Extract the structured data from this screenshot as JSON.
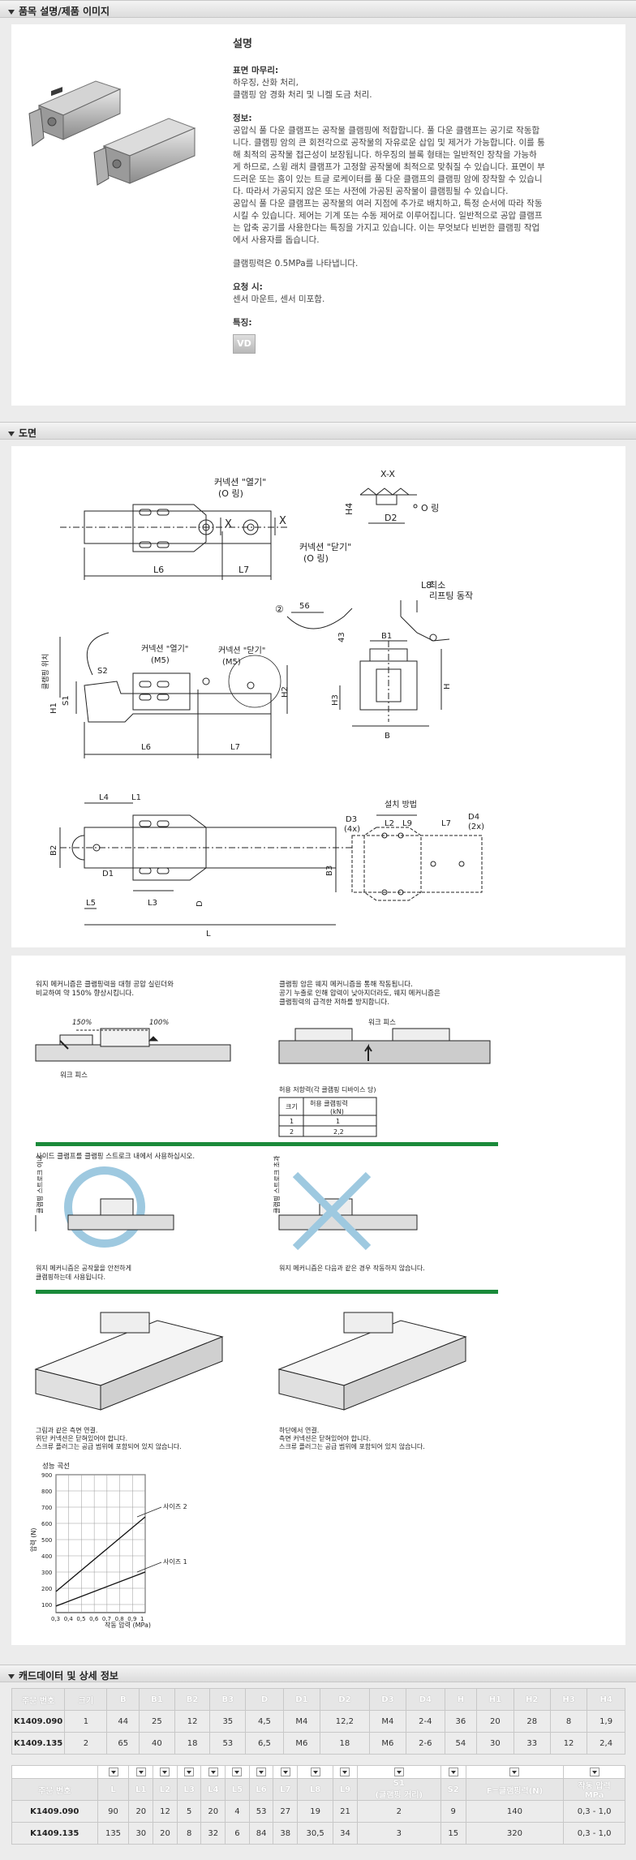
{
  "sections": {
    "product": "품목 설명/제품 이미지",
    "drawing": "도면",
    "cad": "캐드데이터 및 상세 정보"
  },
  "description": {
    "heading": "설명",
    "surface_label": "표면 마무리:",
    "surface_lines": [
      "하우징, 산화 처리,",
      "클램핑 암 경화 처리 및 니켈 도금 처리."
    ],
    "info_label": "정보:",
    "info_lines": [
      "공압식 풀 다운 클램프는 공작물 클램핑에 적합합니다. 풀 다운 클램프는 공기로 작동합",
      "니다. 클램핑 암의 큰 회전각으로 공작물의 자유로운 삽입 및 제거가 가능합니다. 이를 통",
      "해 최적의 공작물 접근성이 보장됩니다. 하우징의 블록 형태는 일반적인 장착을 가능하",
      "게 하므로, 스윙 래치 클램프가 고정할 공작물에 최적으로 맞춰질 수 있습니다. 표면이 부",
      "드러운 또는 홈이 있는 트글 로케이터를 풀 다운 클램프의 클램핑 암에 장착할 수 있습니",
      "다. 따라서 가공되지 않은 또는 사전에 가공된 공작물이 클램핑될 수 있습니다.",
      "공압식 풀 다운 클램프는 공작물의 여러 지점에 추가로 배치하고, 특정 순서에 따라 작동",
      "시킬 수 있습니다. 제어는 기계 또는 수동 제어로 이루어집니다. 일반적으로 공압 클램프",
      "는 압축 공기를 사용한다는 특징을 가지고 있습니다. 이는 무엇보다 빈번한 클램핑 작업",
      "에서 사용자를 돕습니다."
    ],
    "force_note": "클램핑력은 0.5MPa를 나타냅니다.",
    "request_label": "요청 시:",
    "request_text": "센서 마운트, 센서 미포함.",
    "features_label": "특징:",
    "feature_badge": "VD"
  },
  "drawing": {
    "conn_open": "커넥션 \"열기\"",
    "conn_close": "커넥션 \"닫기\"",
    "o_ring": "(O 링)",
    "o_ring2": "O 링",
    "conn_open_m5": "커넥션 \"열기\"",
    "conn_close_m5": "커넥션 \"닫기\"",
    "m5": "(M5)",
    "x_label": "X",
    "xx_label": "X-X",
    "min_label": "최소",
    "refit": "리프팅 동작",
    "clamp_pos": "클램핑 위치",
    "install": "설치 방법",
    "dims": [
      "L6",
      "L7",
      "L8",
      "H4",
      "D2",
      "56",
      "43",
      "S2",
      "S1",
      "H1",
      "H2",
      "H3",
      "B1",
      "B",
      "H",
      "L4",
      "L1",
      "B2",
      "D1",
      "L5",
      "L3",
      "D",
      "L",
      "D3",
      "(4x)",
      "L2",
      "L9",
      "D4",
      "(2x)",
      "B3",
      "②"
    ]
  },
  "info": {
    "note1": [
      "워지 메커니즘은 클램핑력을 대형 공압 실린더와",
      "비교하여 약 150% 향상시킵니다."
    ],
    "pct150": "150%",
    "pct100": "100%",
    "workpiece": "워크 피스",
    "note2": [
      "클램핑 암은 웨지 메커니즘을 통해 작동됩니다.",
      "공기 누출로 인해 압력이 낮아지더라도, 웨지 메커니즘은",
      "클램핑력의 급격한 저하를 방지합니다."
    ],
    "workpiece2": "워크 피스",
    "table_title": "허용 저항력(각 클램핑 디바이스 당)",
    "table_headers": [
      "크기",
      "허용 클램핑력",
      "(kN)"
    ],
    "table_rows": [
      [
        "1",
        "1"
      ],
      [
        "2",
        "2,2"
      ]
    ],
    "note3": "사이드 클램프를 클램핑 스트로크 내에서 사용하십시오.",
    "clamp_stroke": "클램핑 스트로크 이내",
    "clamp_stroke2": "클램핑 스트로크 초과",
    "note4": [
      "워지 메커니즘은 공작물을 안전하게",
      "클램핑하는데 사용됩니다."
    ],
    "note5": "워지 메커니즘은 다음과 같은 경우 작동하지 않습니다.",
    "note6": [
      "그림과 같은 측면 연결.",
      "위단 커넥션은 닫혀있어야 합니다.",
      "스크류 플러그는 공급 범위에 포함되어 있지 않습니다."
    ],
    "note7": [
      "하단에서 연결.",
      "측면 커넥션은 닫혀있어야 합니다.",
      "스크류 플러그는 공급 범위에 포함되어 있지 않습니다."
    ],
    "chart_title": "성능 곡선",
    "chart_ylabel": "압력 (N)",
    "chart_xlabel": "작동 압력 (MPa)"
  },
  "chart_data": {
    "type": "line",
    "title": "성능 곡선",
    "xlabel": "작동 압력 (MPa)",
    "ylabel": "압력 (N)",
    "x_ticks": [
      "0,3",
      "0,4",
      "0,5",
      "0,6",
      "0,7",
      "0,8",
      "0,9",
      "1"
    ],
    "y_ticks": [
      "100",
      "200",
      "300",
      "400",
      "500",
      "600",
      "700",
      "800",
      "900"
    ],
    "xlim": [
      0.3,
      1.0
    ],
    "ylim": [
      50,
      900
    ],
    "series": [
      {
        "name": "사이즈 2",
        "x": [
          0.3,
          1.0
        ],
        "y": [
          180,
          640
        ]
      },
      {
        "name": "사이즈 1",
        "x": [
          0.3,
          1.0
        ],
        "y": [
          90,
          300
        ]
      }
    ]
  },
  "table1": {
    "headers": [
      "주문 번호",
      "크기",
      "B",
      "B1",
      "B2",
      "B3",
      "D",
      "D1",
      "D2",
      "D3",
      "D4",
      "H",
      "H1",
      "H2",
      "H3",
      "H4"
    ],
    "rows": [
      [
        "K1409.090",
        "1",
        "44",
        "25",
        "12",
        "35",
        "4,5",
        "M4",
        "12,2",
        "M4",
        "2-4",
        "36",
        "20",
        "28",
        "8",
        "1,9"
      ],
      [
        "K1409.135",
        "2",
        "65",
        "40",
        "18",
        "53",
        "6,5",
        "M6",
        "18",
        "M6",
        "2-6",
        "54",
        "30",
        "33",
        "12",
        "2,4"
      ]
    ]
  },
  "table2": {
    "headers": [
      "주문 번호",
      "L",
      "L1",
      "L2",
      "L3",
      "L4",
      "L5",
      "L6",
      "L7",
      "L8",
      "L9",
      "S1\n(클램핑 거리)",
      "S2",
      "F=클램핑력(N)",
      "작동 압력\nMPa"
    ],
    "rows": [
      [
        "K1409.090",
        "90",
        "20",
        "12",
        "5",
        "20",
        "4",
        "53",
        "27",
        "19",
        "21",
        "2",
        "9",
        "140",
        "0,3 - 1,0"
      ],
      [
        "K1409.135",
        "135",
        "30",
        "20",
        "8",
        "32",
        "6",
        "84",
        "38",
        "30,5",
        "34",
        "3",
        "15",
        "320",
        "0,3 - 1,0"
      ]
    ]
  }
}
